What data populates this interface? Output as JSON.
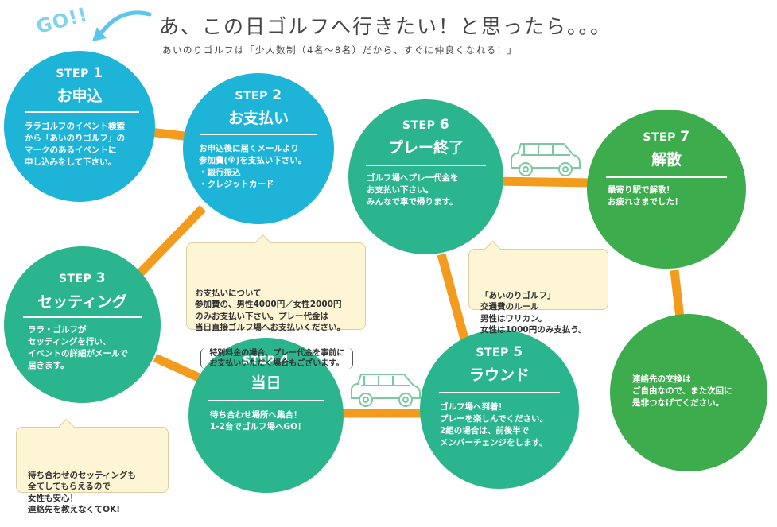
{
  "header": {
    "go_text": "GO!!",
    "headline": "あ、この日ゴルフへ行きたい！と思ったら。。。",
    "subheadline": "あいのりゴルフは「少人数制（4名～8名）だから、すぐに仲良くなれる！」"
  },
  "steps": [
    {
      "step": "STEP",
      "num": "1",
      "title": "お申込",
      "body": "ララゴルフのイベント検索\nから「あいのりゴルフ」の\nマークのあるイベントに\n申し込みをして下さい。"
    },
    {
      "step": "STEP",
      "num": "2",
      "title": "お支払い",
      "body": "お申込後に届くメールより\n参加費(※)を支払い下さい。\n・銀行振込\n・クレジットカード"
    },
    {
      "step": "STEP",
      "num": "3",
      "title": "セッティング",
      "body": "ララ・ゴルフが\nセッティングを行い、\nイベントの詳細がメールで\n届きます。"
    },
    {
      "step": "STEP",
      "num": "4",
      "title": "当日",
      "body": "待ち合わせ場所へ集合！\n1-2台でゴルフ場へGO！"
    },
    {
      "step": "STEP",
      "num": "5",
      "title": "ラウンド",
      "body": "ゴルフ場へ到着！\nプレーを楽しんでください。\n2組の場合は、前後半で\nメンバーチェンジをします。"
    },
    {
      "step": "STEP",
      "num": "6",
      "title": "プレー終了",
      "body": "ゴルフ場へプレー代金を\nお支払い下さい。\nみんなで車で帰ります。"
    },
    {
      "step": "STEP",
      "num": "7",
      "title": "解散",
      "body": "最寄り駅で解散！\nお疲れさまでした！"
    }
  ],
  "final_circle": {
    "body": "連絡先の交換は\nご自由なので、また次回に\n是非つなげてください。"
  },
  "notes": {
    "payment": "お支払いについて\n参加費の、男性4000円／女性2000円\nのみお支払い下さい。プレー代金は\n当日直接ゴルフ場へお支払いください。",
    "payment_sub": "特別料金の場合、プレー代金を事前に\nお支払いいただく場合もございます。",
    "transport": "「あいのりゴルフ」\n交通費のルール\n男性はワリカン。\n女性は1000円のみ支払う。",
    "setting": "待ち合わせのセッティングも\n全てしてもらえるので\n女性も安心！\n連絡先を教えなくてOK!"
  },
  "colors": {
    "blue": "#1eb4d8",
    "teal": "#2bb58e",
    "green": "#3dac4d",
    "connector": "#f29b1d",
    "note_bg": "#fdf5d3"
  },
  "icons": [
    "car-icon",
    "car-icon",
    "curved-arrow-icon"
  ]
}
